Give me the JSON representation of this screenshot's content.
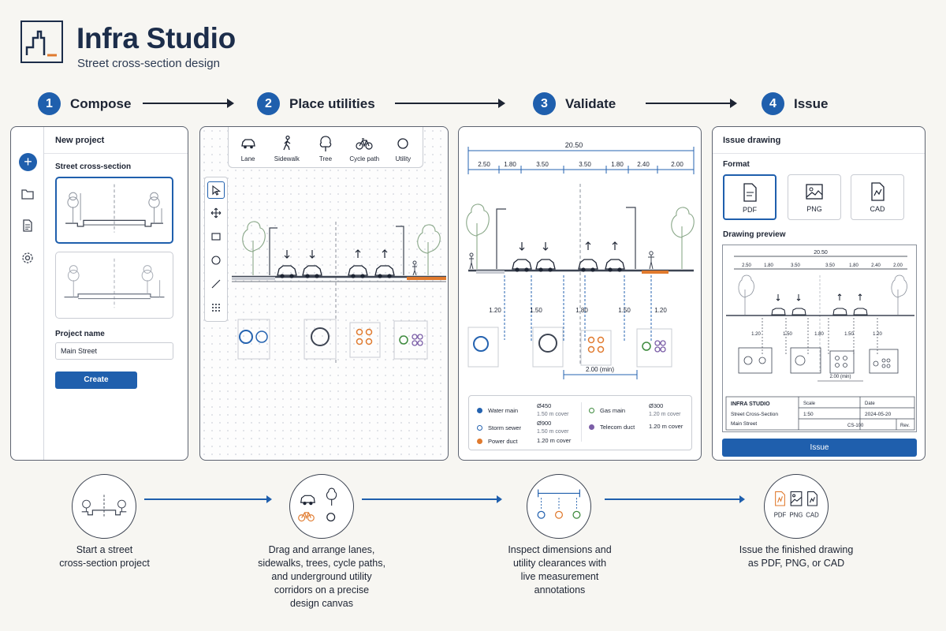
{
  "brand": {
    "title": "Infra Studio",
    "subtitle": "Street cross-section design"
  },
  "steps": [
    {
      "num": "1",
      "label": "Compose"
    },
    {
      "num": "2",
      "label": "Place utilities"
    },
    {
      "num": "3",
      "label": "Validate"
    },
    {
      "num": "4",
      "label": "Issue"
    }
  ],
  "compose": {
    "header": "New project",
    "section_label": "Street cross-section",
    "project_name_label": "Project name",
    "project_name_value": "Main Street",
    "create_label": "Create",
    "new_icon": "+"
  },
  "place": {
    "palette": [
      {
        "label": "Lane",
        "icon": "car-icon"
      },
      {
        "label": "Sidewalk",
        "icon": "pedestrian-icon"
      },
      {
        "label": "Tree",
        "icon": "tree-icon"
      },
      {
        "label": "Cycle path",
        "icon": "bicycle-icon"
      },
      {
        "label": "Utility",
        "icon": "circle-icon"
      }
    ],
    "tools": [
      "select-icon",
      "move-icon",
      "rectangle-icon",
      "circle-icon",
      "line-icon",
      "grid-icon"
    ]
  },
  "validate": {
    "total_width": "20.50",
    "segments": [
      "2.50",
      "1.80",
      "3.50",
      "3.50",
      "1.80",
      "2.40",
      "2.00"
    ],
    "depths": [
      "1.20",
      "1.50",
      "1.80",
      "1.50",
      "1.20"
    ],
    "min_spacing": "2.00 (min)",
    "legend": [
      {
        "name": "Water main",
        "value": "Ø450",
        "note": "1.50 m cover",
        "color": "#2563b0",
        "filled": true
      },
      {
        "name": "Storm sewer",
        "value": "Ø900",
        "note": "1.50 m cover",
        "color": "#2563b0",
        "filled": false
      },
      {
        "name": "Power duct",
        "value": "1.20 m cover",
        "note": "",
        "color": "#e07a2e",
        "filled": true
      },
      {
        "name": "Gas main",
        "value": "Ø300",
        "note": "1.20 m cover",
        "color": "#3d8a3d",
        "filled": false
      },
      {
        "name": "Telecom duct",
        "value": "1.20 m cover",
        "note": "",
        "color": "#7b5ea7",
        "filled": true
      }
    ]
  },
  "issue": {
    "header": "Issue drawing",
    "format_label": "Format",
    "formats": [
      "PDF",
      "PNG",
      "CAD"
    ],
    "preview_label": "Drawing preview",
    "preview": {
      "total_width": "20.50",
      "segments": [
        "2.50",
        "1.80",
        "3.50",
        "3.50",
        "1.80",
        "2.40",
        "2.00"
      ],
      "depths": [
        "1.20",
        "1.50",
        "1.80",
        "1.50",
        "1.20"
      ],
      "min_spacing": "2.00 (min)",
      "title_block": {
        "company": "INFRA STUDIO",
        "line1": "Street Cross-Section",
        "line2": "Main Street",
        "scale_label": "Scale",
        "scale_value": "1:50",
        "date_label": "Date",
        "date_value": "2024-05-20",
        "drawing_no": "CS-100",
        "rev_label": "Rev."
      }
    },
    "issue_label": "Issue"
  },
  "bottom": {
    "captions": [
      "Start a street\ncross-section project",
      "Drag and arrange lanes,\nsidewalks, trees, cycle paths,\nand underground utility\ncorridors on a precise\ndesign canvas",
      "Inspect dimensions and\nutility clearances with\nlive measurement\nannotations",
      "Issue the finished drawing\nas PDF, PNG, or CAD"
    ],
    "formats": [
      "PDF",
      "PNG",
      "CAD"
    ]
  },
  "colors": {
    "accent": "#1f5fad",
    "orange": "#e07a2e",
    "green": "#3d8a3d",
    "purple": "#7b5ea7",
    "tree": "#8aa889"
  }
}
